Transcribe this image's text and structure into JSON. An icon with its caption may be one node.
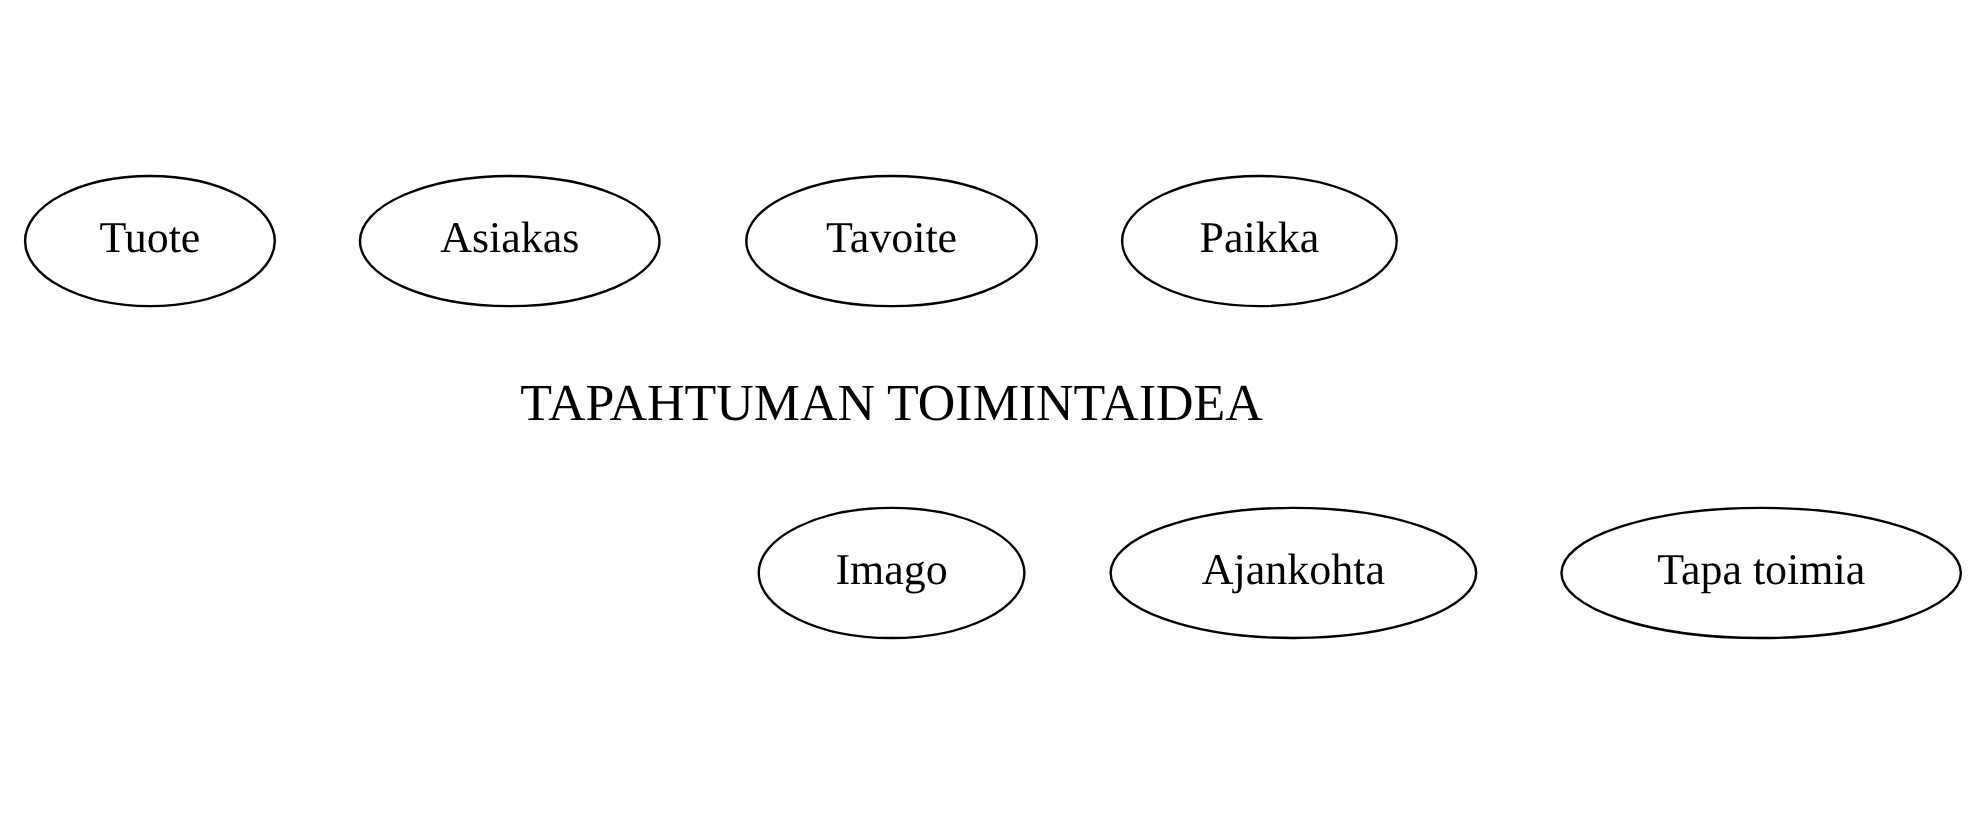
{
  "diagram": {
    "nodes": [
      {
        "text": [
          "Asiakas"
        ]
      },
      {
        "text": [
          "Tavoite"
        ]
      },
      {
        "text": [
          "Tuote"
        ]
      },
      {
        "text": [
          "Paikka"
        ]
      },
      {
        "text": [
          "Ajankohta"
        ]
      },
      {
        "text": [
          "Imago"
        ]
      },
      {
        "text": [
          "Tapa toimia"
        ]
      }
    ],
    "labels": [
      "TAPAHTUMAN TOIMINTAIDEA"
    ]
  }
}
